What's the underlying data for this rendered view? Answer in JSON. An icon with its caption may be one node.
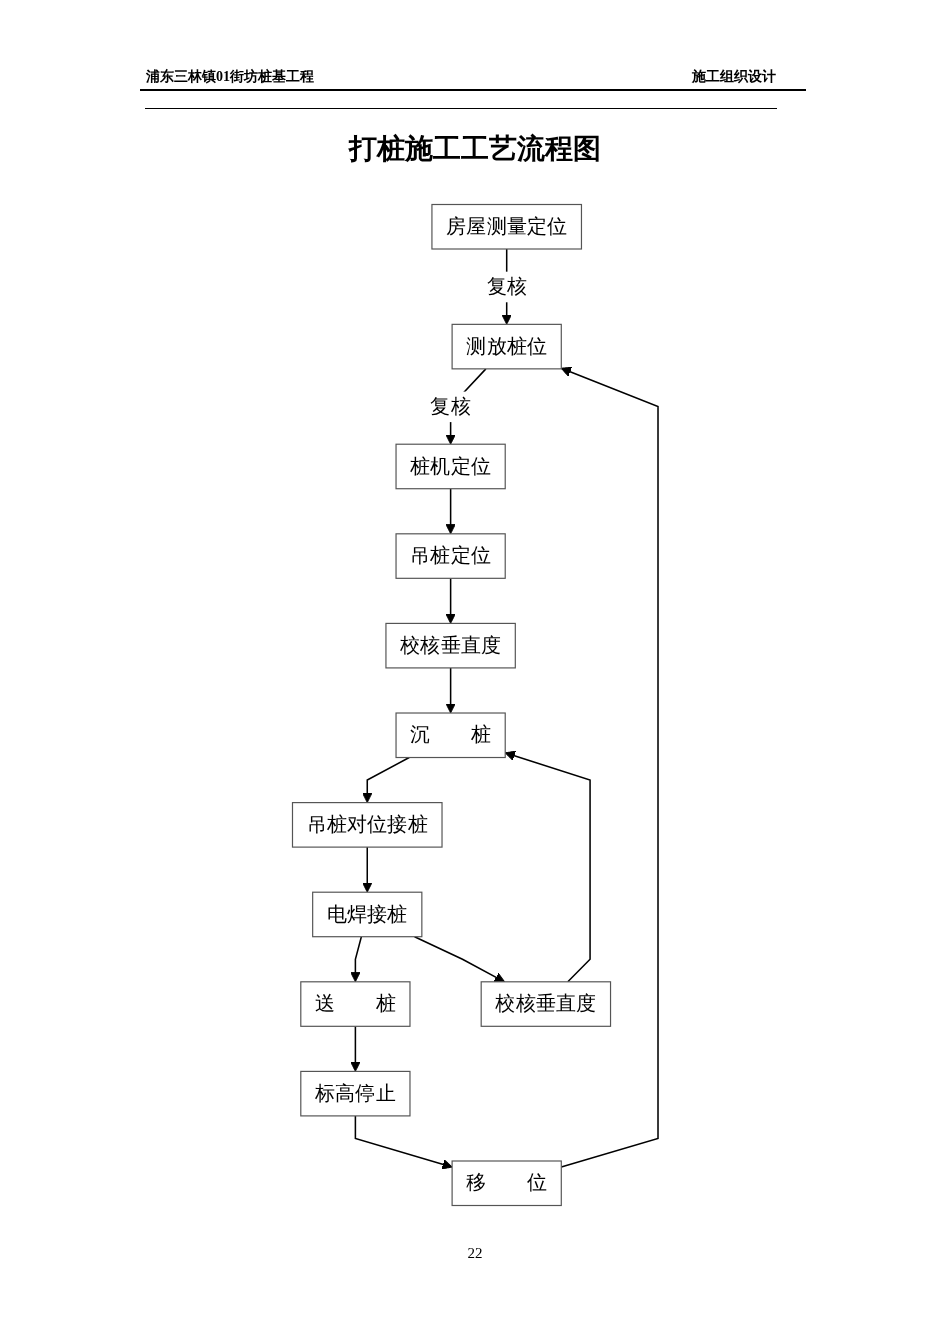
{
  "diagram": {
    "title": "打桩施工工艺流程图",
    "nodes": [
      {
        "text": [
          "房屋测量定位"
        ]
      },
      {
        "text": [
          "测放桩位"
        ]
      },
      {
        "text": [
          "桩机定位"
        ]
      },
      {
        "text": [
          "吊桩定位"
        ]
      },
      {
        "text": [
          "校核垂直度"
        ]
      },
      {
        "text": [
          "沉　　桩"
        ]
      },
      {
        "text": [
          "吊桩对位接桩"
        ]
      },
      {
        "text": [
          "校核垂直度"
        ]
      },
      {
        "text": [
          "电焊接桩"
        ]
      },
      {
        "text": [
          "送　　桩"
        ]
      },
      {
        "text": [
          "标高停止"
        ]
      },
      {
        "text": [
          "移　　位"
        ]
      }
    ],
    "edges": [
      {
        "from": 0,
        "to": 1,
        "arrow": "to",
        "label": "复核"
      },
      {
        "from": 1,
        "to": 2,
        "arrow": "to",
        "label": "复核"
      },
      {
        "from": 2,
        "to": 3,
        "arrow": "to"
      },
      {
        "from": 3,
        "to": 4,
        "arrow": "to"
      },
      {
        "from": 4,
        "to": 5,
        "arrow": "to"
      },
      {
        "from": 5,
        "to": 6,
        "arrow": "to"
      },
      {
        "from": 6,
        "to": 8,
        "arrow": "to"
      },
      {
        "from": 8,
        "to": 9,
        "arrow": "to"
      },
      {
        "from": 9,
        "to": 10,
        "arrow": "to"
      },
      {
        "from": 10,
        "to": 11,
        "arrow": "to"
      },
      {
        "from": 8,
        "to": 7,
        "arrow": "to"
      },
      {
        "from": 7,
        "to": 5,
        "arrow": "to"
      },
      {
        "from": 11,
        "to": 1,
        "arrow": "to"
      }
    ],
    "labels": [
      "浦东三林镇01街坊桩基工程",
      "施工组织设计",
      "22"
    ]
  }
}
